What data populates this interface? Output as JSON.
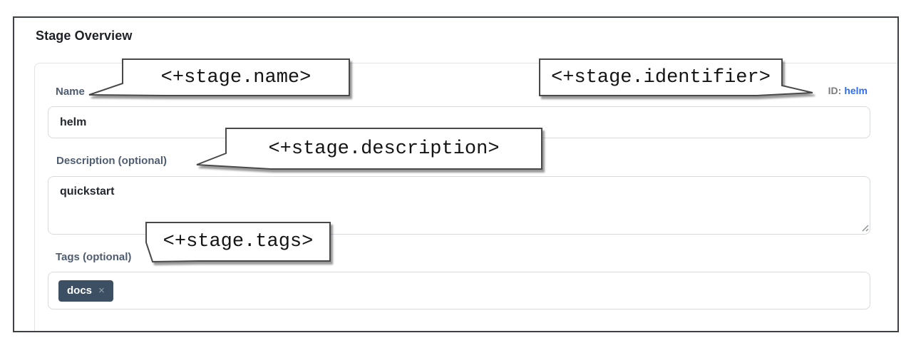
{
  "header": {
    "title": "Stage Overview"
  },
  "form": {
    "name": {
      "label": "Name",
      "value": "helm"
    },
    "identifier": {
      "label": "ID:",
      "value": "helm"
    },
    "description": {
      "label": "Description (optional)",
      "value": "quickstart"
    },
    "tags": {
      "label": "Tags (optional)",
      "chips": [
        {
          "text": "docs",
          "remove_icon": "×"
        }
      ]
    }
  },
  "annotations": {
    "name": "<+stage.name>",
    "identifier": "<+stage.identifier>",
    "description": "<+stage.description>",
    "tags": "<+stage.tags>"
  },
  "colors": {
    "link_blue": "#2e6ff2",
    "label_slate": "#4f5d70",
    "chip_bg": "#3d4f62",
    "callout_border": "#4a4a4a",
    "frame_border": "#3e4144"
  }
}
